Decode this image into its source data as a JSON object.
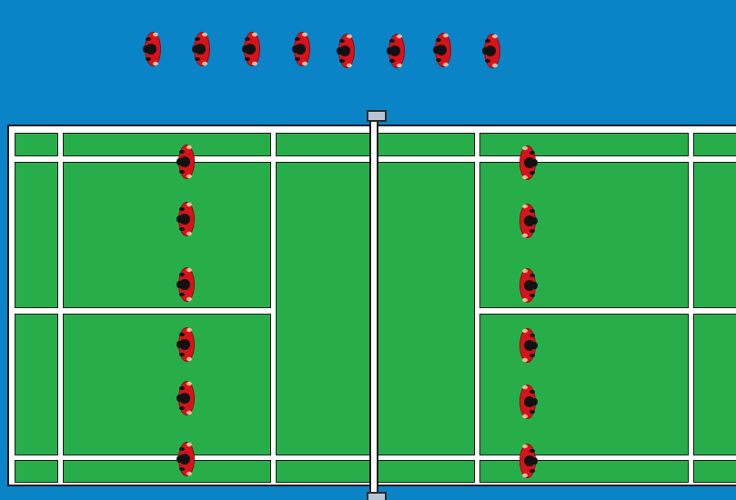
{
  "scene": {
    "background_color": "#0a84c6",
    "court_color": "#27ae4a",
    "line_color": "#ffffff",
    "outline_color": "#1b1b1b",
    "net_post_color": "#b6c4d4"
  },
  "bench": {
    "player_count": 8,
    "players": [
      {
        "name": "bench-player-1",
        "facing": "left"
      },
      {
        "name": "bench-player-2",
        "facing": "left"
      },
      {
        "name": "bench-player-3",
        "facing": "left"
      },
      {
        "name": "bench-player-4",
        "facing": "left"
      },
      {
        "name": "bench-player-5",
        "facing": "left"
      },
      {
        "name": "bench-player-6",
        "facing": "left"
      },
      {
        "name": "bench-player-7",
        "facing": "left"
      },
      {
        "name": "bench-player-8",
        "facing": "left"
      }
    ]
  },
  "court": {
    "left_team": {
      "player_count": 6,
      "facing": "left",
      "players": [
        {
          "name": "left-team-player-1"
        },
        {
          "name": "left-team-player-2"
        },
        {
          "name": "left-team-player-3"
        },
        {
          "name": "left-team-player-4"
        },
        {
          "name": "left-team-player-5"
        },
        {
          "name": "left-team-player-6"
        }
      ]
    },
    "right_team": {
      "player_count": 6,
      "facing": "right",
      "players": [
        {
          "name": "right-team-player-1"
        },
        {
          "name": "right-team-player-2"
        },
        {
          "name": "right-team-player-3"
        },
        {
          "name": "right-team-player-4"
        },
        {
          "name": "right-team-player-5"
        },
        {
          "name": "right-team-player-6"
        }
      ]
    }
  },
  "player_colors": {
    "jersey": "#d8121b",
    "jersey_dark": "#8e0a10",
    "head": "#111111",
    "shoe": "#111111",
    "skin": "#e9b89a"
  }
}
